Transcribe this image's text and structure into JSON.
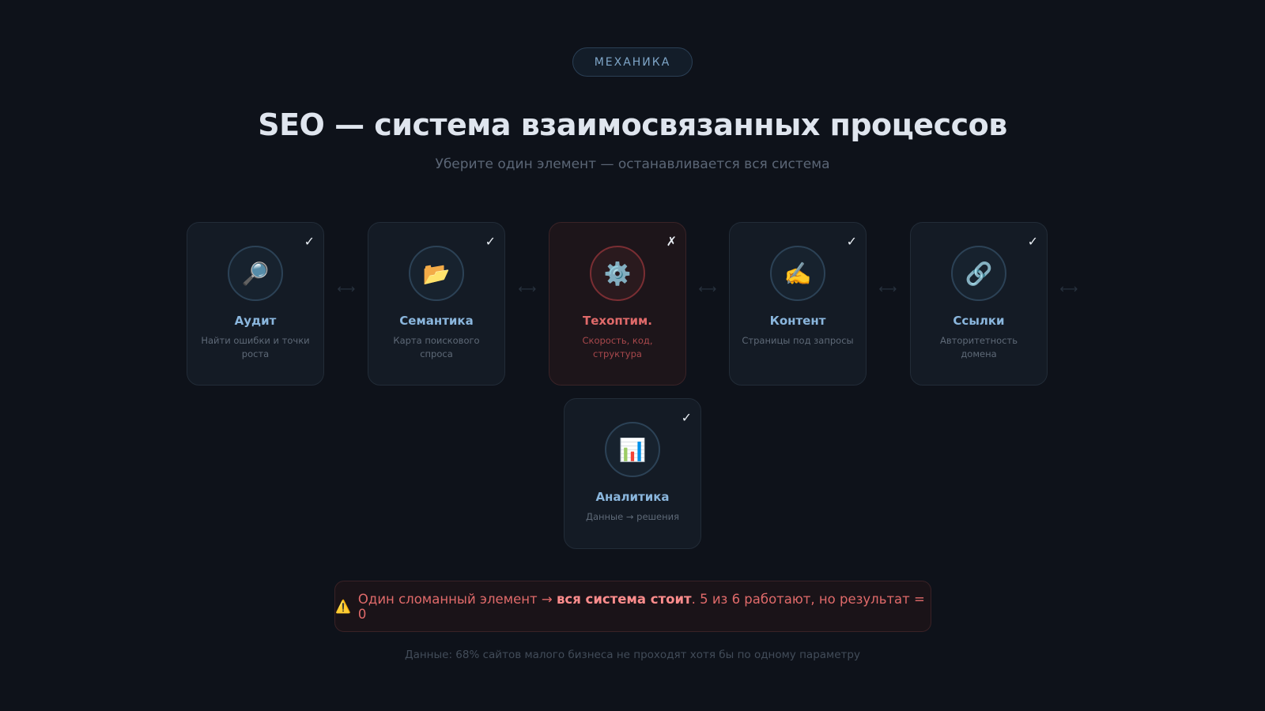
{
  "badge": "МЕХАНИКА",
  "title": "SEO — система взаимосвязанных процессов",
  "subtitle": "Уберите один элемент — останавливается вся система",
  "cards": [
    {
      "name": "Аудит",
      "desc": "Найти ошибки и точки роста",
      "status": "✓",
      "icon": "🔎",
      "icon_name": "magnifier-icon"
    },
    {
      "name": "Семантика",
      "desc": "Карта поискового спроса",
      "status": "✓",
      "icon": "📂",
      "icon_name": "folder-icon"
    },
    {
      "name": "Техоптим.",
      "desc": "Скорость, код, структура",
      "status": "✗",
      "icon": "⚙️",
      "icon_name": "gear-icon"
    },
    {
      "name": "Контент",
      "desc": "Страницы под запросы",
      "status": "✓",
      "icon": "✍️",
      "icon_name": "writing-hand-icon"
    },
    {
      "name": "Ссылки",
      "desc": "Авторитетность домена",
      "status": "✓",
      "icon": "🔗",
      "icon_name": "link-icon"
    },
    {
      "name": "Аналитика",
      "desc": "Данные → решения",
      "status": "✓",
      "icon": "📊",
      "icon_name": "bar-chart-icon"
    }
  ],
  "arrow": "⟷",
  "alert": {
    "icon": "⚠️",
    "prefix": "Один сломанный элемент → ",
    "bold": "вся система стоит",
    "suffix": ". 5 из 6 работают, но результат = 0"
  },
  "footnote": "Данные: 68% сайтов малого бизнеса не проходят хотя бы по одному параметру",
  "colors": {
    "background": "#0e121a",
    "accent": "#8ab6dd",
    "broken": "#e06a6a",
    "warning": "#f3c623"
  }
}
